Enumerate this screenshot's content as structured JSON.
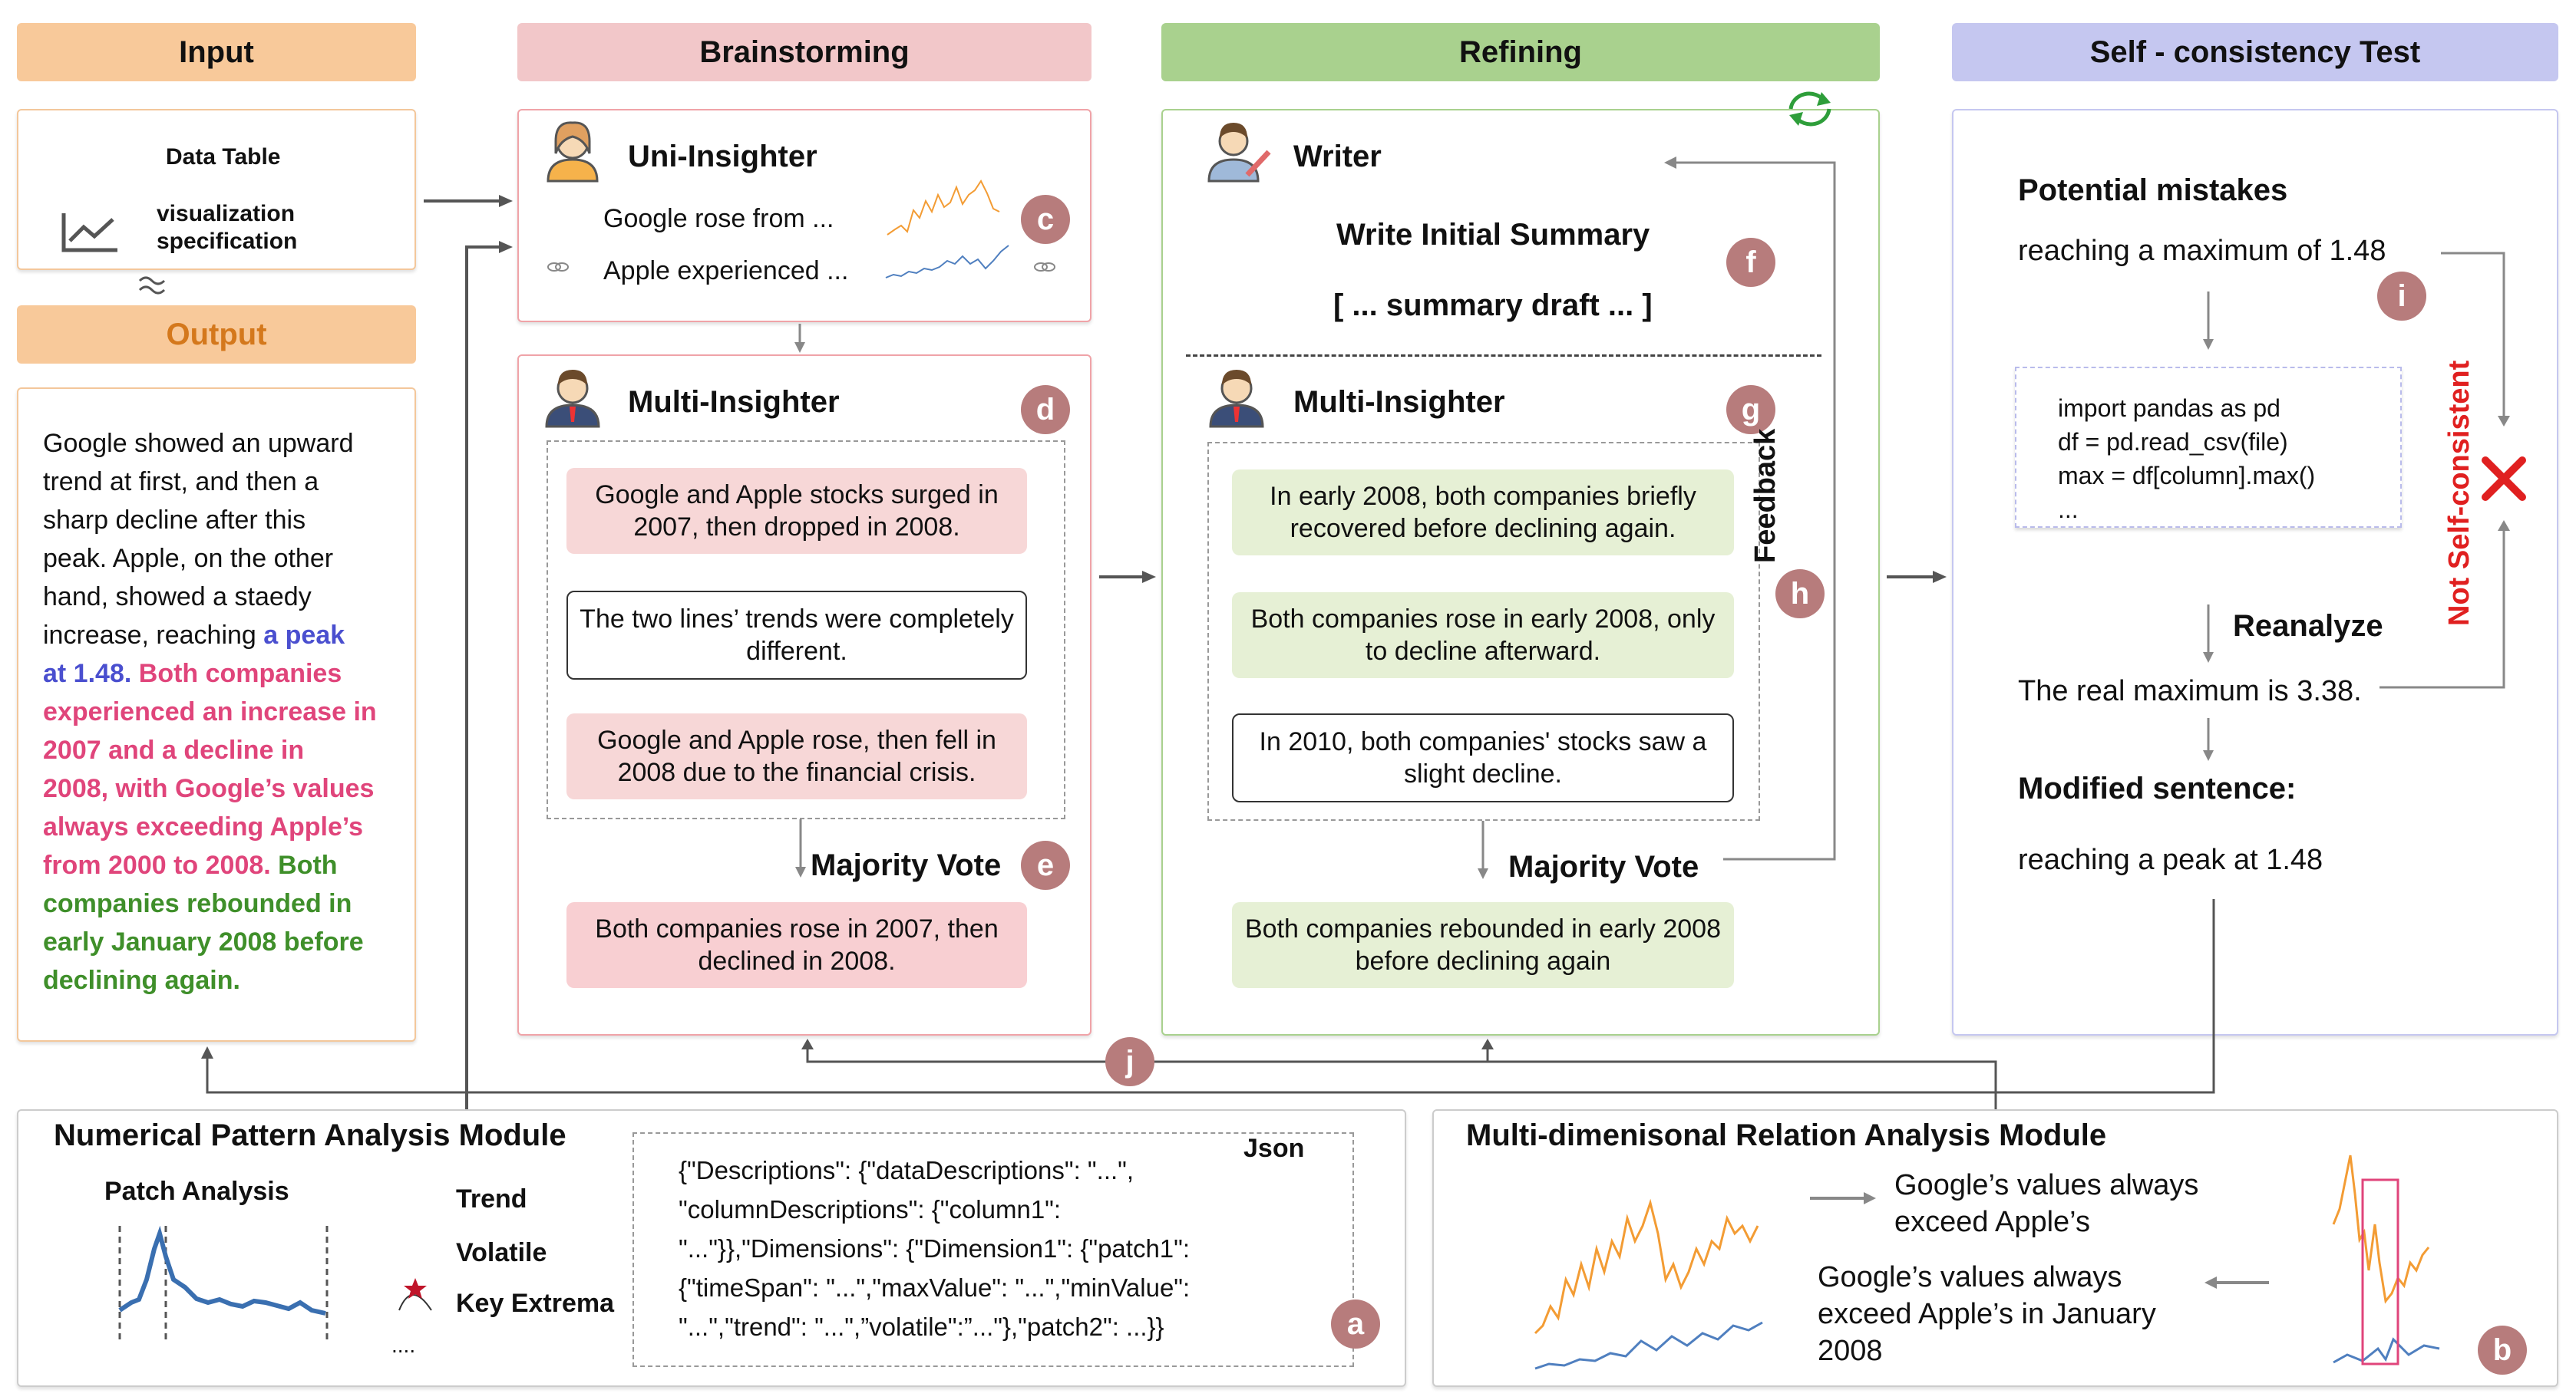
{
  "headers": {
    "input": "Input",
    "output": "Output",
    "brainstorming": "Brainstorming",
    "refining": "Refining",
    "self_consistency": "Self - consistency Test"
  },
  "input_panel": {
    "data_table": "Data Table",
    "vis_spec_line1": "visualization",
    "vis_spec_line2": "specification"
  },
  "output_panel": {
    "lines": [
      {
        "text": "Google showed an upward",
        "color": "#111111"
      },
      {
        "text": "trend at first, and then a",
        "color": "#111111"
      },
      {
        "text": "sharp decline after this",
        "color": "#111111"
      },
      {
        "text": "peak. Apple, on the other",
        "color": "#111111"
      },
      {
        "text": "hand, showed a staedy",
        "color": "#111111"
      },
      {
        "text": "increase, reaching ",
        "color": "#111111",
        "tail": "a peak",
        "tail_color": "#4a4fcf"
      },
      {
        "text": "at 1.48.",
        "color": "#4a4fcf",
        "tail": " Both companies",
        "tail_color": "#e0457b"
      },
      {
        "text": "experienced an increase in",
        "color": "#e0457b"
      },
      {
        "text": "2007 and a decline in",
        "color": "#e0457b"
      },
      {
        "text": "2008, with Google’s values",
        "color": "#e0457b"
      },
      {
        "text": "always exceeding Apple’s",
        "color": "#e0457b"
      },
      {
        "text": "from 2000 to 2008.",
        "color": "#e0457b",
        "tail": "  Both",
        "tail_color": "#3f8f2a"
      },
      {
        "text": "companies rebounded in",
        "color": "#3f8f2a"
      },
      {
        "text": "early January 2008 before",
        "color": "#3f8f2a"
      },
      {
        "text": "declining again.",
        "color": "#3f8f2a"
      }
    ]
  },
  "brainstorming": {
    "uni_insighter": "Uni-Insighter",
    "uni_line1": "Google rose from ...",
    "uni_line2": "Apple experienced ...",
    "multi_insighter": "Multi-Insighter",
    "insights": [
      "Google and Apple stocks surged in 2007, then dropped in 2008.",
      "The two lines’ trends were completely different.",
      "Google and Apple rose, then fell in 2008 due to the financial crisis."
    ],
    "majority_vote": "Majority Vote",
    "result": "Both companies rose in 2007, then declined in 2008."
  },
  "refining": {
    "writer": "Writer",
    "write_initial": "Write Initial Summary",
    "summary_draft": "[ ... summary draft ... ]",
    "multi_insighter": "Multi-Insighter",
    "feedback": "Feedback",
    "insights": [
      "In early 2008, both companies briefly recovered before declining again.",
      "Both companies rose in early 2008, only to decline afterward.",
      "In 2010, both companies' stocks saw a slight decline."
    ],
    "majority_vote": "Majority Vote",
    "result": "Both companies rebounded in early 2008 before declining again"
  },
  "self_test": {
    "potential_mistakes": "Potential mistakes",
    "mistake_text": "reaching a maximum of 1.48",
    "code_lines": [
      "import pandas as pd",
      "df = pd.read_csv(file)",
      "max = df[column].max()",
      "..."
    ],
    "reanalyze": "Reanalyze",
    "real_max": "The real maximum is 3.38.",
    "modified_label": "Modified sentence:",
    "modified_text": "reaching a peak at 1.48",
    "not_consistent": "Not Self-consistent"
  },
  "numerical_module": {
    "title": "Numerical Pattern Analysis Module",
    "patch_analysis": "Patch  Analysis",
    "trend": "Trend",
    "volatile": "Volatile",
    "key_extrema": "Key Extrema",
    "dots": "....",
    "json_label": "Json",
    "json_lines": [
      "{\"Descriptions\": {\"dataDescriptions\": \"...\",",
      "\"columnDescriptions\":  {\"column1\":",
      "\"...\"}},\"Dimensions\": {\"Dimension1\": {\"patch1\":",
      "{\"timeSpan\": \"...\",\"maxValue\": \"...\",\"minValue\":",
      "\"...\",\"trend\": \"...\",”volatile\":”...\"},\"patch2\": ...}}"
    ]
  },
  "relation_module": {
    "title": "Multi-dimenisonal Relation Analysis Module",
    "insight1_line1": "Google’s values always",
    "insight1_line2": "exceed Apple’s",
    "insight2_line1": "Google’s values always",
    "insight2_line2": "exceed Apple’s in January",
    "insight2_line3": "2008"
  },
  "badges": {
    "a": "a",
    "b": "b",
    "c": "c",
    "d": "d",
    "e": "e",
    "f": "f",
    "g": "g",
    "h": "h",
    "i": "i",
    "j": "j"
  },
  "colors": {
    "input_header": "#f8c99a",
    "brainstorm_header": "#f2c7c9",
    "refining_header": "#a9d18e",
    "selftest_header": "#c5c7f0",
    "badge": "#b77c7c",
    "orange_line": "#f39c34",
    "blue_line": "#4f7fbf",
    "not_consistent": "#e02020"
  }
}
